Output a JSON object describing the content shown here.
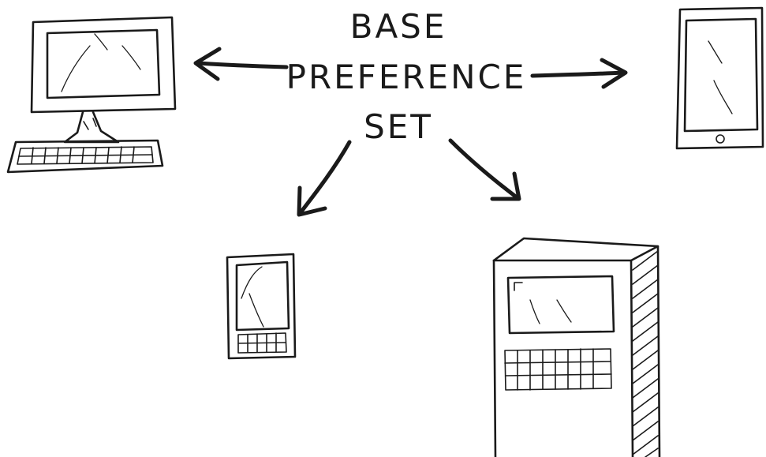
{
  "center_label": {
    "line1": "BASE",
    "line2": "PREFERENCE",
    "line3": "SET"
  },
  "devices": [
    {
      "name": "desktop-computer-icon"
    },
    {
      "name": "tablet-icon"
    },
    {
      "name": "handheld-device-icon"
    },
    {
      "name": "kiosk-terminal-icon"
    }
  ],
  "colors": {
    "ink": "#1a1a1a",
    "background": "#ffffff"
  }
}
